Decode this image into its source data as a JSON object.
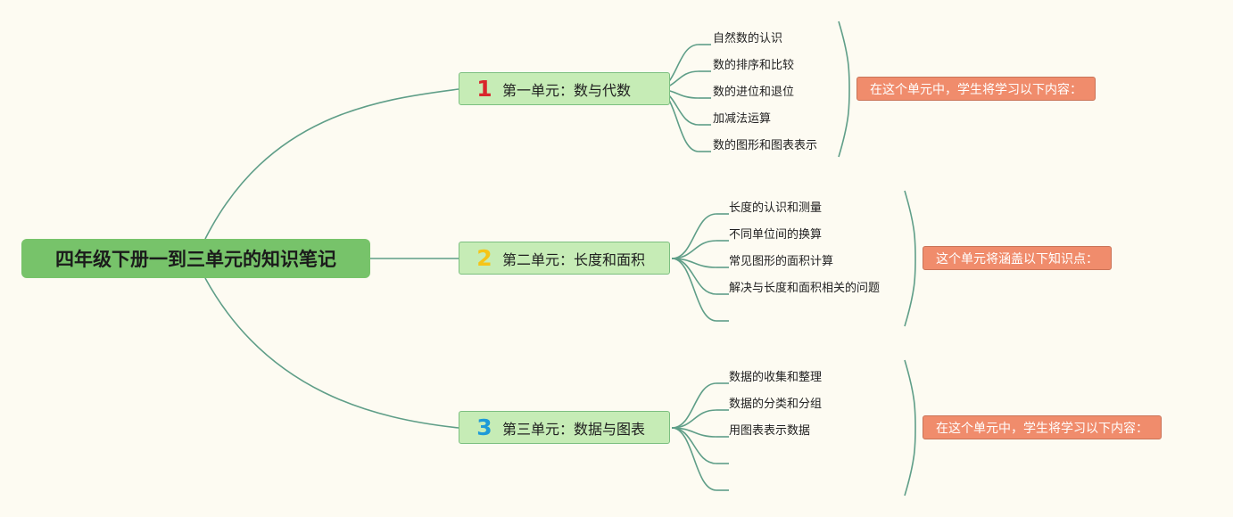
{
  "root": {
    "title": "四年级下册一到三单元的知识笔记"
  },
  "units": [
    {
      "number": "1",
      "number_color": "#d9262c",
      "title": "第一单元：数与代数",
      "topics": [
        "自然数的认识",
        "数的排序和比较",
        "数的进位和退位",
        "加减法运算",
        "数的图形和图表表示"
      ],
      "summary": "在这个单元中，学生将学习以下内容："
    },
    {
      "number": "2",
      "number_color": "#f5c518",
      "title": "第二单元：长度和面积",
      "topics": [
        "长度的认识和测量",
        "不同单位间的换算",
        "常见图形的面积计算",
        "解决与长度和面积相关的问题",
        ""
      ],
      "summary": "这个单元将涵盖以下知识点："
    },
    {
      "number": "3",
      "number_color": "#1e9ad8",
      "title": "第三单元：数据与图表",
      "topics": [
        "数据的收集和整理",
        "数据的分类和分组",
        "用图表表示数据",
        "",
        ""
      ],
      "summary": "在这个单元中，学生将学习以下内容："
    }
  ],
  "colors": {
    "background": "#fdfbf2",
    "line": "#5f9e88",
    "root_fill": "#77c36a",
    "unit_fill": "#c6ecb6",
    "summary_fill": "#f08c6c"
  }
}
